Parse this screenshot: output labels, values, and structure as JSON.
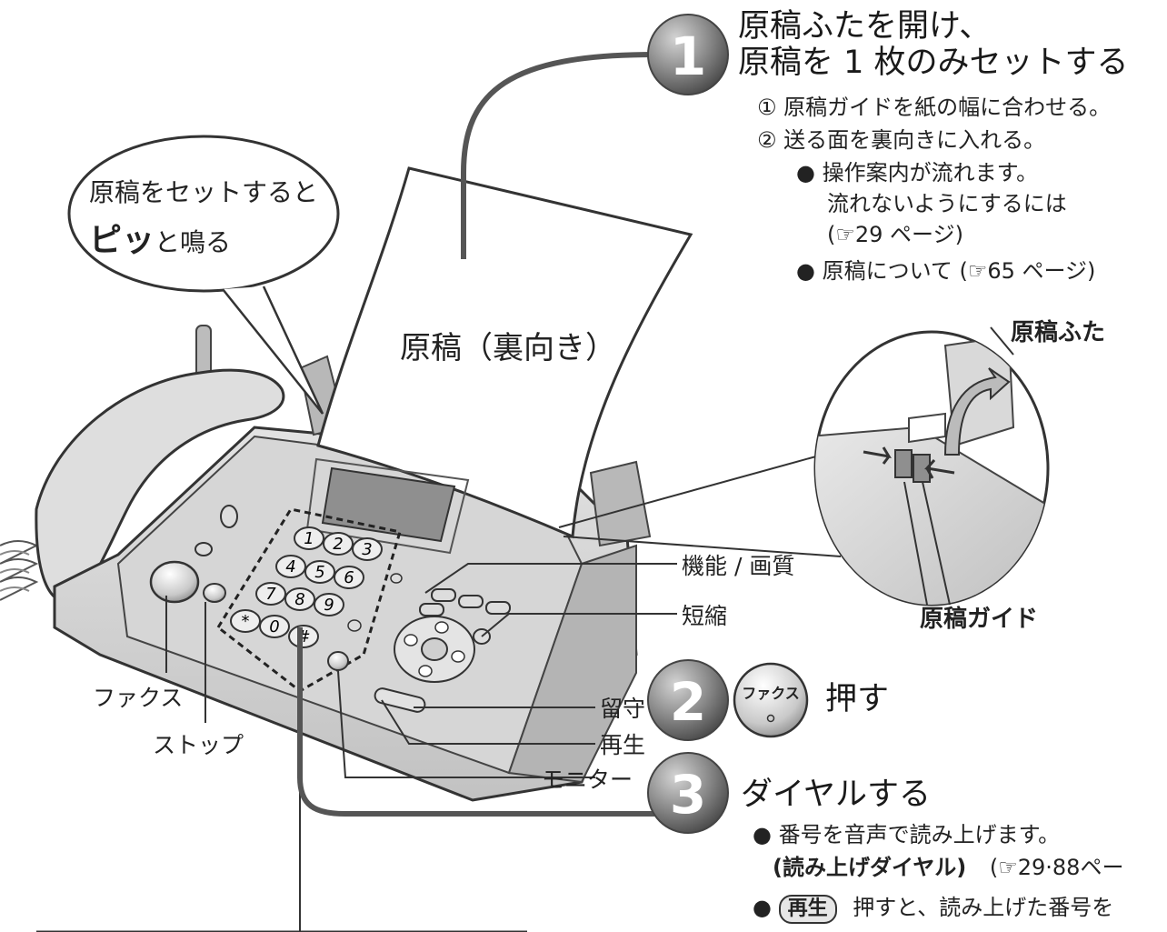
{
  "step1": {
    "number": "1",
    "title_line1": "原稿ふたを開け、",
    "title_line2": "原稿を 1 枚のみセットする",
    "sub1": "① 原稿ガイドを紙の幅に合わせる。",
    "sub2": "② 送る面を裏向きに入れる。",
    "bullet1_line1": "● 操作案内が流れます。",
    "bullet1_line2": "流れないようにするには",
    "bullet1_line3": "(☞29 ページ)",
    "bullet2": "● 原稿について (☞65 ページ)"
  },
  "bubble": {
    "line1": "原稿をセットすると",
    "line2_bold": "ピッ",
    "line2_rest": "と鳴る"
  },
  "paper_label": "原稿（裏向き）",
  "inset": {
    "cover_label": "原稿ふた",
    "guide_label": "原稿ガイド"
  },
  "callouts": {
    "function": "機能 / 画質",
    "speed": "短縮",
    "fax": "ファクス",
    "stop": "ストップ",
    "answer": "留守",
    "play": "再生",
    "monitor": "モニター"
  },
  "step2": {
    "number": "2",
    "button_label": "ファクス",
    "action": "押す"
  },
  "step3": {
    "number": "3",
    "title": "ダイヤルする",
    "bullet1": "● 番号を音声で読み上げます。",
    "bullet1_sub_bold": "(読み上げダイヤル)",
    "bullet1_sub_ref": "(☞29·88ペー",
    "bullet2_pre": "●",
    "bullet2_button": "再生",
    "bullet2_post": "押すと、読み上げた番号を"
  },
  "keypad": [
    "1",
    "2",
    "3",
    "4",
    "5",
    "6",
    "7",
    "8",
    "9",
    "*",
    "0",
    "#"
  ]
}
